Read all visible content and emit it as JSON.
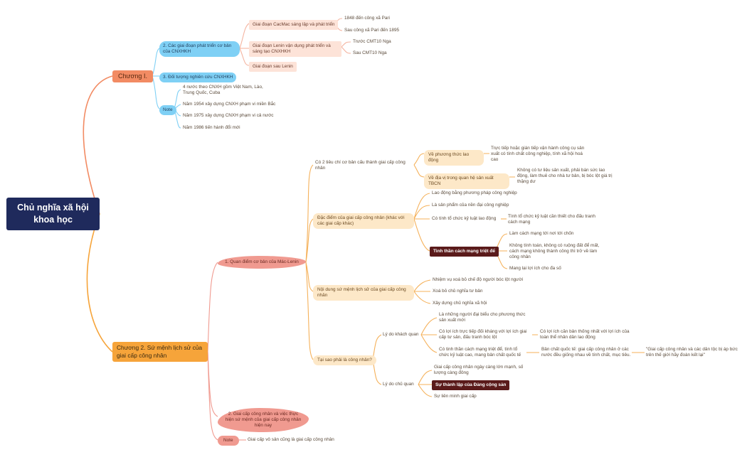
{
  "colors": {
    "root": "#1f2a5c",
    "chapter1": "#f28b63",
    "chapter2": "#f6a43a",
    "blue_branch": "#7fd0f5",
    "orange_line": "#f5b15a",
    "pink_branch": "#f09a90"
  },
  "root": "Chủ nghĩa xã hội khoa học",
  "chapter1": {
    "label": "Chương I.",
    "stages": {
      "label": "2. Các giai đoạn phát triển cơ bản của CNXHKH",
      "cacmac": {
        "label": "Giai đoạn CacMac sáng lập và phát triển",
        "items": [
          "1848 đến công xã Pari",
          "Sau công xã Pari đến 1895"
        ]
      },
      "lenin": {
        "label": "Giai đoạn Lenin vận dụng phát triển và sáng tạo CNXHKH",
        "items": [
          "Trước CMT10 Nga",
          "Sau CMT10 Nga"
        ]
      },
      "after_lenin": "Giai đoạn sau Lenin"
    },
    "object": "3. Đối tượng nghiên cứu CNXHKH",
    "note": {
      "label": "Note",
      "items": [
        "4 nước theo CNXH gồm Việt Nam, Lào, Trung Quốc, Cuba",
        "Năm 1954 xây dựng CNXH phạm vi miền Bắc",
        "Năm 1975 xây dựng CNXH phạm vi cả nước",
        "Năm 1986 tiến hành đổi mới"
      ]
    }
  },
  "chapter2": {
    "label": "Chương 2. Sứ mệnh lịch sử của giai cấp công nhân",
    "basic_view": {
      "label": "1. Quan điểm cơ bản của Mác-Lenin",
      "criteria": {
        "label": "Có 2 tiêu chí cơ bản cấu thành giai cấp công nhân",
        "production": {
          "label": "Về phương thức lao động",
          "desc": "Trực tiếp hoặc gián tiếp vận hành công cụ sản xuất có tính chất công nghiệp, tính xã hội hoá cao"
        },
        "position": {
          "label": "Về địa vị trong quan hệ sản xuất TBCN",
          "desc": "Không có tư liệu sản xuất, phải bán sức lao động, làm thuê cho nhà tư bản, bị bóc lột giá trị thặng dư"
        }
      },
      "features": {
        "label": "Đặc điểm của giai cấp công nhân (khác với các giai cấp khác)",
        "items": [
          "Lao động bằng phương pháp công nghiệp",
          "Là sản phẩm của nền đại công nghiệp"
        ],
        "discipline": {
          "label": "Có tính tổ chức kỷ luật lao động",
          "desc": "Tính tổ chức kỷ luật cần thiết cho đấu tranh cách mạng"
        },
        "revolution": {
          "label": "Tinh thần cách mạng triệt để",
          "items": [
            "Làm cách mạng tới nơi tới chốn",
            "Không tính toán, không có ruộng đất để mất, cách mạng không thành công thì trở về làm công nhân",
            "Mang lại lợi ích cho đa số"
          ]
        }
      },
      "mission": {
        "label": "Nội dung sứ mệnh lịch sử của giai cấp công nhân",
        "items": [
          "Nhiệm vụ xoá bỏ chế độ người bóc lột người",
          "Xoá bỏ chủ nghĩa tư bản",
          "Xây dựng chủ nghĩa xã hội"
        ]
      },
      "why": {
        "label": "Tại sao phải là công nhân?",
        "objective": {
          "label": "Lý do khách quan",
          "items": [
            "Là những người đại biểu cho phương thức sản xuất mới",
            "Có lợi ích trực tiếp đối kháng với lợi ích giai cấp tư sản, đấu tranh bóc lột"
          ],
          "interest_desc": "Có lợi ích căn bản thống nhất với lợi ích của toàn thể nhân dân lao động",
          "spirit": "Có tinh thần cách mạng triệt để, tính tổ chức kỷ luật cao, mang bản chất quốc tế",
          "spirit_desc": "Bản chất quốc tế: giai cấp công nhân ở các nước đều giống nhau về tính chất, mục tiêu.",
          "quote": "\"Giai cấp công nhân và các dân tộc bị áp bức trên thế giới hãy đoàn kết lại\""
        },
        "subjective": {
          "label": "Lý do chủ quan",
          "items": [
            "Giai cấp công nhân ngày càng lớn mạnh, số lượng càng đông",
            "Sự thành lập của Đảng cộng sản",
            "Sự liên minh giai cấp"
          ]
        }
      }
    },
    "today": "2. Giai cấp công nhân và việc thực hiện sứ mệnh của giai cấp công nhân hiện nay",
    "note": {
      "label": "Note",
      "text": "Giai cấp vô sản cũng là giai cấp công nhân"
    }
  }
}
